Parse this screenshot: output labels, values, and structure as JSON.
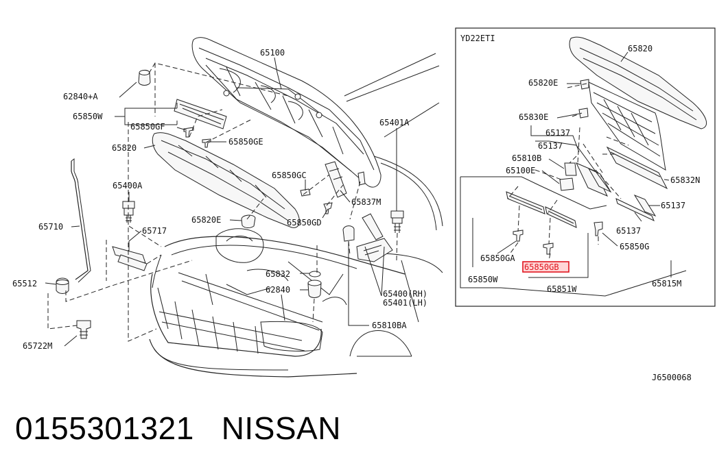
{
  "diagram": {
    "callouts": {
      "p65100": "65100",
      "p62840a": "62840+A",
      "p65850w_main": "65850W",
      "p65850gf": "65850GF",
      "p65850ge": "65850GE",
      "p65820_main": "65820",
      "p65401a": "65401A",
      "p65850gc": "65850GC",
      "p65837m": "65837M",
      "p65850gd": "65850GD",
      "p65400a": "65400A",
      "p65710": "65710",
      "p65717": "65717",
      "p65820e_main": "65820E",
      "p65832_main": "65832",
      "p62840": "62840",
      "p65400rh": "65400(RH)",
      "p65401lh": "65401(LH)",
      "p65512": "65512",
      "p65810ba": "65810BA",
      "p65722m": "65722M"
    },
    "inset": {
      "engine_label": "YD22ETI",
      "callouts": {
        "p65820": "65820",
        "p65820e": "65820E",
        "p65830e": "65830E",
        "p65137_a": "65137",
        "p65137_b": "65137",
        "p65810b": "65810B",
        "p65100e": "65100E",
        "p65832n": "65832N",
        "p65137_c": "65137",
        "p65137_d": "65137",
        "p65850g": "65850G",
        "p65850ga": "65850GA",
        "p65850gb": "65850GB",
        "p65850w": "65850W",
        "p65851w": "65851W",
        "p65815m": "65815M"
      }
    },
    "diagram_code": "J6500068",
    "highlight_color": "#e0141e"
  },
  "caption": {
    "part_number": "0155301321",
    "brand": "NISSAN"
  }
}
